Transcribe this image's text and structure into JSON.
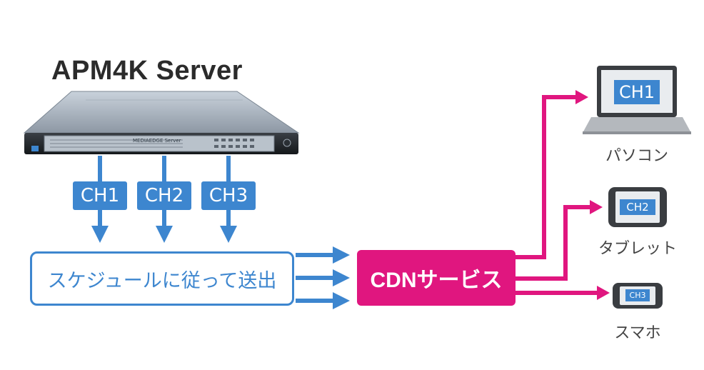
{
  "title": "APM4K Server",
  "server": {
    "brand_text": "MEDIAEDGE Server"
  },
  "channels": [
    "CH1",
    "CH2",
    "CH3"
  ],
  "schedule_box": {
    "label": "スケジュールに従って送出"
  },
  "cdn_box": {
    "label": "CDNサービス"
  },
  "devices": [
    {
      "screen_label": "CH1",
      "label": "パソコン"
    },
    {
      "screen_label": "CH2",
      "label": "タブレット"
    },
    {
      "screen_label": "CH3",
      "label": "スマホ"
    }
  ],
  "colors": {
    "blue": "#3d86cf",
    "magenta": "#e0167f"
  }
}
